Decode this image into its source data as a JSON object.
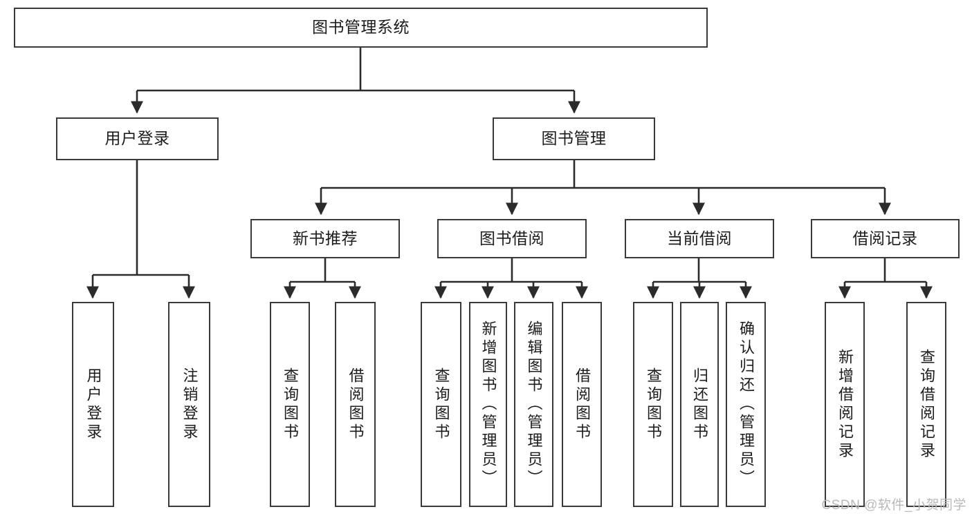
{
  "diagram": {
    "title": "图书管理系统",
    "type": "tree-hierarchy",
    "levels": 4,
    "colors": {
      "box_border": "#3a3a3a",
      "box_fill": "#ffffff",
      "line": "#2b2b2b",
      "text": "#1c1c1c",
      "watermark": "#b9b9b9",
      "background": "#ffffff"
    }
  },
  "root": {
    "label": "图书管理系统"
  },
  "level2": [
    {
      "id": "user-login",
      "label": "用户登录"
    },
    {
      "id": "book-manage",
      "label": "图书管理"
    }
  ],
  "level3": [
    {
      "id": "new-book-recommend",
      "label": "新书推荐",
      "parent": "book-manage"
    },
    {
      "id": "book-borrow",
      "label": "图书借阅",
      "parent": "book-manage"
    },
    {
      "id": "current-borrow",
      "label": "当前借阅",
      "parent": "book-manage"
    },
    {
      "id": "borrow-record",
      "label": "借阅记录",
      "parent": "book-manage"
    }
  ],
  "leaves": [
    {
      "id": "leaf-user-login",
      "label": "用户登录",
      "parent": "user-login"
    },
    {
      "id": "leaf-logout",
      "label": "注销登录",
      "parent": "user-login"
    },
    {
      "id": "leaf-query-book-1",
      "label": "查询图书",
      "parent": "new-book-recommend"
    },
    {
      "id": "leaf-borrow-book-1",
      "label": "借阅图书",
      "parent": "new-book-recommend"
    },
    {
      "id": "leaf-query-book-2",
      "label": "查询图书",
      "parent": "book-borrow"
    },
    {
      "id": "leaf-add-book",
      "label": "新增图书（管理员）",
      "parent": "book-borrow"
    },
    {
      "id": "leaf-edit-book",
      "label": "编辑图书（管理员）",
      "parent": "book-borrow"
    },
    {
      "id": "leaf-borrow-book-2",
      "label": "借阅图书",
      "parent": "book-borrow"
    },
    {
      "id": "leaf-query-book-3",
      "label": "查询图书",
      "parent": "current-borrow"
    },
    {
      "id": "leaf-return-book",
      "label": "归还图书",
      "parent": "current-borrow"
    },
    {
      "id": "leaf-confirm-return",
      "label": "确认归还（管理员）",
      "parent": "current-borrow"
    },
    {
      "id": "leaf-add-record",
      "label": "新增借阅记录",
      "parent": "borrow-record"
    },
    {
      "id": "leaf-query-record",
      "label": "查询借阅记录",
      "parent": "borrow-record"
    }
  ],
  "watermark": {
    "text": "CSDN @软件_小贺同学"
  }
}
